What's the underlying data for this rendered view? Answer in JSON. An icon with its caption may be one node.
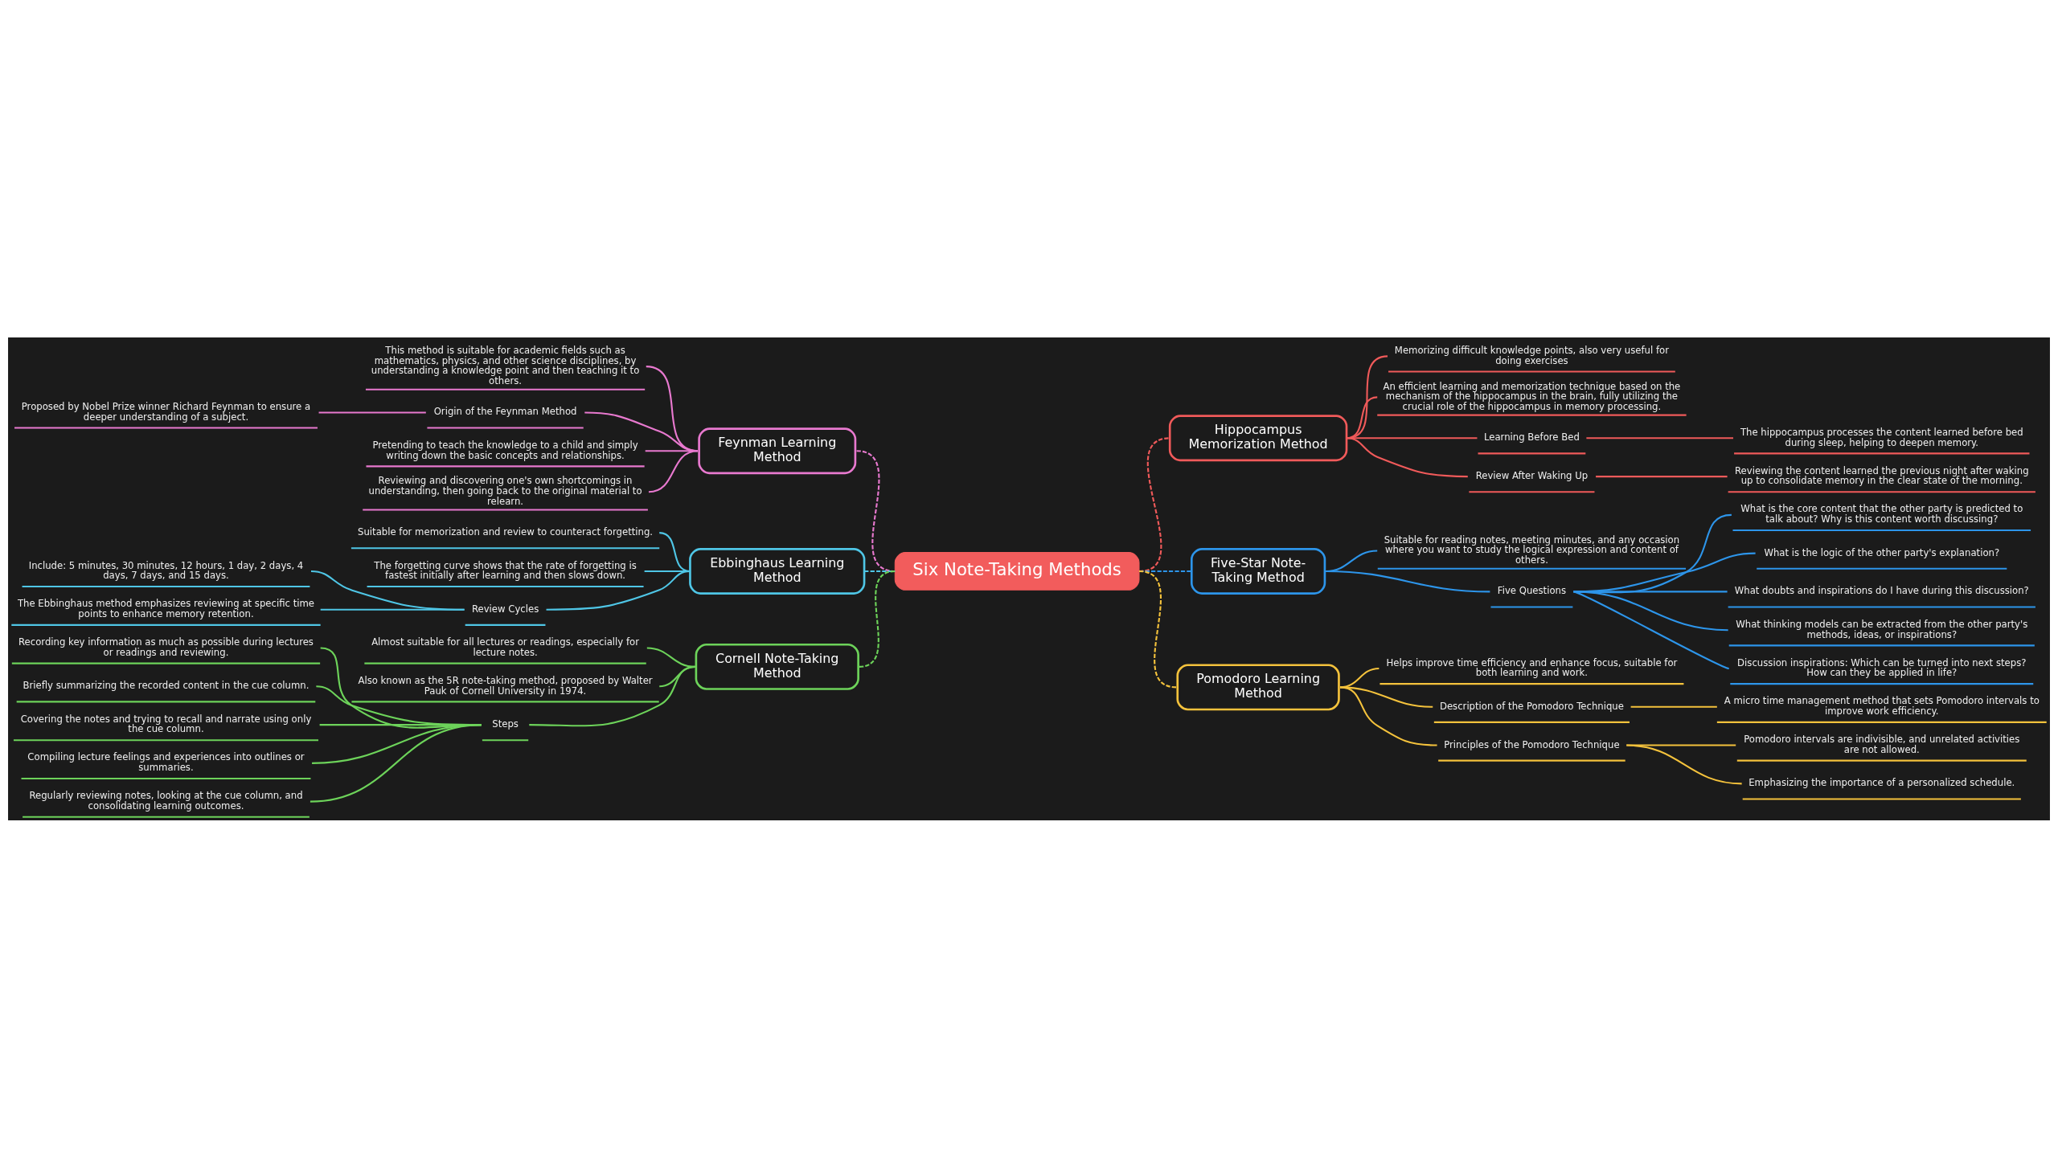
{
  "diagram": {
    "nodes": [
      {
        "text": [
          "Six Note-Taking Methods"
        ]
      },
      {
        "text": [
          "Feynman Learning Method"
        ]
      },
      {
        "text": [
          "This method is suitable for academic fields such as mathematics, physics, and other science disciplines, by understanding a knowledge point and then teaching it to others."
        ]
      },
      {
        "text": [
          "Origin of the Feynman Method"
        ]
      },
      {
        "text": [
          "Proposed by Nobel Prize winner Richard Feynman to ensure a deeper understanding of a subject."
        ]
      },
      {
        "text": [
          "Pretending to teach the knowledge to a child and simply writing down the basic concepts and relationships."
        ]
      },
      {
        "text": [
          "Reviewing and discovering one's own shortcomings in understanding, then going back to the original material to relearn."
        ]
      },
      {
        "text": [
          "Ebbinghaus Learning Method"
        ]
      },
      {
        "text": [
          "Suitable for memorization and review to counteract forgetting."
        ]
      },
      {
        "text": [
          "The forgetting curve shows that the rate of forgetting is fastest initially after learning and then slows down."
        ]
      },
      {
        "text": [
          "Review Cycles"
        ]
      },
      {
        "text": [
          "Include: 5 minutes, 30 minutes, 12 hours, 1 day, 2 days, 4 days, 7 days, and 15 days."
        ]
      },
      {
        "text": [
          "The Ebbinghaus method emphasizes reviewing at specific time points to enhance memory retention."
        ]
      },
      {
        "text": [
          "Cornell Note-Taking Method"
        ]
      },
      {
        "text": [
          "Almost suitable for all lectures or readings, especially for lecture notes."
        ]
      },
      {
        "text": [
          "Also known as the 5R note-taking method, proposed by Walter Pauk of Cornell University in 1974."
        ]
      },
      {
        "text": [
          "Steps"
        ]
      },
      {
        "text": [
          "Recording key information as much as possible during lectures or readings and reviewing."
        ]
      },
      {
        "text": [
          "Briefly summarizing the recorded content in the cue column."
        ]
      },
      {
        "text": [
          "Covering the notes and trying to recall and narrate using only the cue column."
        ]
      },
      {
        "text": [
          "Compiling lecture feelings and experiences into outlines or summaries."
        ]
      },
      {
        "text": [
          "Regularly reviewing notes, looking at the cue column, and consolidating learning outcomes."
        ]
      },
      {
        "text": [
          "Hippocampus Memorization Method"
        ]
      },
      {
        "text": [
          "Memorizing difficult knowledge points, also very useful for doing exercises"
        ]
      },
      {
        "text": [
          "An efficient learning and memorization technique based on the mechanism of the hippocampus in the brain, fully utilizing the crucial role of the hippocampus in memory processing."
        ]
      },
      {
        "text": [
          "Learning Before Bed"
        ]
      },
      {
        "text": [
          "The hippocampus processes the content learned before bed during sleep, helping to deepen memory."
        ]
      },
      {
        "text": [
          "Review After Waking Up"
        ]
      },
      {
        "text": [
          "Reviewing the content learned the previous night after waking up to consolidate memory in the clear state of the morning."
        ]
      },
      {
        "text": [
          "Five-Star Note-Taking Method"
        ]
      },
      {
        "text": [
          "Suitable for reading notes, meeting minutes, and any occasion where you want to study the logical expression and content of others."
        ]
      },
      {
        "text": [
          "Five Questions"
        ]
      },
      {
        "text": [
          "What is the core content that the other party is predicted to talk about? Why is this content worth discussing?"
        ]
      },
      {
        "text": [
          "What is the logic of the other party's explanation?"
        ]
      },
      {
        "text": [
          "What doubts and inspirations do I have during this discussion?"
        ]
      },
      {
        "text": [
          "What thinking models can be extracted from the other party's methods, ideas, or inspirations?"
        ]
      },
      {
        "text": [
          "Discussion inspirations: Which can be turned into next steps? How can they be applied in life?"
        ]
      },
      {
        "text": [
          "Pomodoro Learning Method"
        ]
      },
      {
        "text": [
          "Helps improve time efficiency and enhance focus, suitable for both learning and work."
        ]
      },
      {
        "text": [
          "Description of the Pomodoro Technique"
        ]
      },
      {
        "text": [
          "A micro time management method that sets Pomodoro intervals to improve work efficiency."
        ]
      },
      {
        "text": [
          "Principles of the Pomodoro Technique"
        ]
      },
      {
        "text": [
          "Pomodoro intervals are indivisible, and unrelated activities are not allowed."
        ]
      },
      {
        "text": [
          "Emphasizing the importance of a personalized schedule."
        ]
      }
    ],
    "edges": [
      {
        "from": 0,
        "to": 1,
        "arrow": "none",
        "style": "dashed",
        "color": "#e879cf"
      },
      {
        "from": 1,
        "to": 2,
        "arrow": "none",
        "color": "#e879cf"
      },
      {
        "from": 1,
        "to": 3,
        "arrow": "none",
        "color": "#e879cf"
      },
      {
        "from": 3,
        "to": 4,
        "arrow": "none",
        "color": "#e879cf"
      },
      {
        "from": 1,
        "to": 5,
        "arrow": "none",
        "color": "#e879cf"
      },
      {
        "from": 1,
        "to": 6,
        "arrow": "none",
        "color": "#e879cf"
      },
      {
        "from": 0,
        "to": 7,
        "arrow": "none",
        "style": "dashed",
        "color": "#4fc6e6"
      },
      {
        "from": 7,
        "to": 8,
        "arrow": "none",
        "color": "#4fc6e6"
      },
      {
        "from": 7,
        "to": 9,
        "arrow": "none",
        "color": "#4fc6e6"
      },
      {
        "from": 7,
        "to": 10,
        "arrow": "none",
        "color": "#4fc6e6"
      },
      {
        "from": 10,
        "to": 11,
        "arrow": "none",
        "color": "#4fc6e6"
      },
      {
        "from": 10,
        "to": 12,
        "arrow": "none",
        "color": "#4fc6e6"
      },
      {
        "from": 0,
        "to": 13,
        "arrow": "none",
        "style": "dashed",
        "color": "#6dd35a"
      },
      {
        "from": 13,
        "to": 14,
        "arrow": "none",
        "color": "#6dd35a"
      },
      {
        "from": 13,
        "to": 15,
        "arrow": "none",
        "color": "#6dd35a"
      },
      {
        "from": 13,
        "to": 16,
        "arrow": "none",
        "color": "#6dd35a"
      },
      {
        "from": 16,
        "to": 17,
        "arrow": "none",
        "color": "#6dd35a"
      },
      {
        "from": 16,
        "to": 18,
        "arrow": "none",
        "color": "#6dd35a"
      },
      {
        "from": 16,
        "to": 19,
        "arrow": "none",
        "color": "#6dd35a"
      },
      {
        "from": 16,
        "to": 20,
        "arrow": "none",
        "color": "#6dd35a"
      },
      {
        "from": 16,
        "to": 21,
        "arrow": "none",
        "color": "#6dd35a"
      },
      {
        "from": 0,
        "to": 22,
        "arrow": "none",
        "style": "dashed",
        "color": "#f05a5a"
      },
      {
        "from": 22,
        "to": 23,
        "arrow": "none",
        "color": "#f05a5a"
      },
      {
        "from": 22,
        "to": 24,
        "arrow": "none",
        "color": "#f05a5a"
      },
      {
        "from": 22,
        "to": 25,
        "arrow": "none",
        "color": "#f05a5a"
      },
      {
        "from": 25,
        "to": 26,
        "arrow": "none",
        "color": "#f05a5a"
      },
      {
        "from": 22,
        "to": 27,
        "arrow": "none",
        "color": "#f05a5a"
      },
      {
        "from": 27,
        "to": 28,
        "arrow": "none",
        "color": "#f05a5a"
      },
      {
        "from": 0,
        "to": 29,
        "arrow": "none",
        "style": "dashed",
        "color": "#2d95ea"
      },
      {
        "from": 29,
        "to": 30,
        "arrow": "none",
        "color": "#2d95ea"
      },
      {
        "from": 29,
        "to": 31,
        "arrow": "none",
        "color": "#2d95ea"
      },
      {
        "from": 31,
        "to": 32,
        "arrow": "none",
        "color": "#2d95ea"
      },
      {
        "from": 31,
        "to": 33,
        "arrow": "none",
        "color": "#2d95ea"
      },
      {
        "from": 31,
        "to": 34,
        "arrow": "none",
        "color": "#2d95ea"
      },
      {
        "from": 31,
        "to": 35,
        "arrow": "none",
        "color": "#2d95ea"
      },
      {
        "from": 31,
        "to": 36,
        "arrow": "none",
        "color": "#2d95ea"
      },
      {
        "from": 0,
        "to": 37,
        "arrow": "none",
        "style": "dashed",
        "color": "#f4c23c"
      },
      {
        "from": 37,
        "to": 38,
        "arrow": "none",
        "color": "#f4c23c"
      },
      {
        "from": 37,
        "to": 39,
        "arrow": "none",
        "color": "#f4c23c"
      },
      {
        "from": 39,
        "to": 40,
        "arrow": "none",
        "color": "#f4c23c"
      },
      {
        "from": 37,
        "to": 41,
        "arrow": "none",
        "color": "#f4c23c"
      },
      {
        "from": 41,
        "to": 42,
        "arrow": "none",
        "color": "#f4c23c"
      },
      {
        "from": 41,
        "to": 43,
        "arrow": "none",
        "color": "#f4c23c"
      }
    ]
  }
}
